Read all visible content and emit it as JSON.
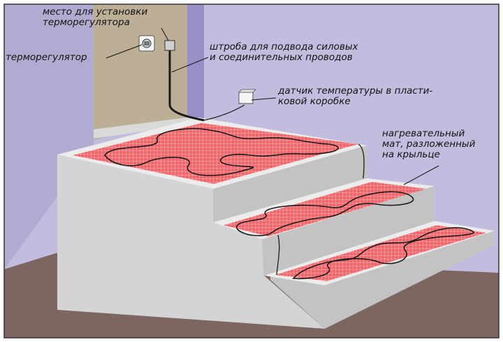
{
  "labels": {
    "install_place": [
      "место для установки",
      "терморегулятора"
    ],
    "thermostat": "терморегулятор",
    "channel": [
      "штроба для подвода силовых",
      "и соединительных проводов"
    ],
    "sensor": [
      "датчик температуры в пласти-",
      "ковой коробке"
    ],
    "mat": [
      "нагревательный",
      "мат, разложенный",
      "на крыльце"
    ]
  },
  "colors": {
    "wall": "#c2bdde",
    "wall_shade": "#b0abd0",
    "door_niche": "#bdae96",
    "door_jamb": "#9690c4",
    "floor": "#7d6662",
    "step_top": "#ececec",
    "step_front": "#d4d4d4",
    "step_side": "#c3c3c3",
    "mat": "#f0666a",
    "mat_grid": "#fbd1d2",
    "cable": "#1a1a1a",
    "frame": "#333333"
  },
  "icons": {
    "thermostat": "thermostat-icon",
    "junction_box": "junction-box-icon",
    "sensor": "sensor-box-icon"
  }
}
